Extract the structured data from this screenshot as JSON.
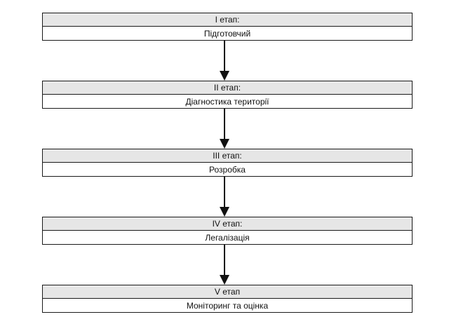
{
  "stages": [
    {
      "header": "I етап:",
      "title": "Підготовчий"
    },
    {
      "header": "II етап:",
      "title": "Діагностика території"
    },
    {
      "header": "III етап:",
      "title": "Розробка"
    },
    {
      "header": "IV етап:",
      "title": "Легалізація"
    },
    {
      "header": "V етап",
      "title": "Моніторинг та оцінка"
    }
  ],
  "colors": {
    "header_fill": "#e6e6e6",
    "border": "#1a1a1a",
    "arrow": "#111111"
  }
}
